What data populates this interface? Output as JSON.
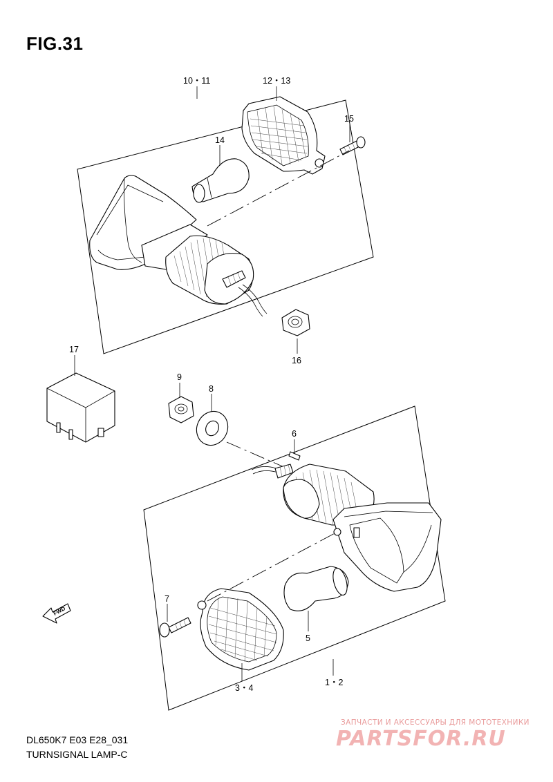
{
  "figure": {
    "title": "FIG.31"
  },
  "footer": {
    "model_code": "DL650K7 E03 E28_031",
    "caption": "TURNSIGNAL LAMP-C"
  },
  "watermark": {
    "tagline": "ЗАПЧАСТИ И АКСЕССУАРЫ ДЛЯ МОТОТЕХНИКИ",
    "logo": "PARTSFOR.RU"
  },
  "direction_marker": {
    "label": "FWD",
    "icon": "fwd-arrow-icon"
  },
  "callouts": {
    "c10_11": "10・11",
    "c12_13": "12・13",
    "c14": "14",
    "c15": "15",
    "c16": "16",
    "c17": "17",
    "c9": "9",
    "c8": "8",
    "c6": "6",
    "c7": "7",
    "c5": "5",
    "c3_4": "3・4",
    "c1_2": "1・2"
  }
}
